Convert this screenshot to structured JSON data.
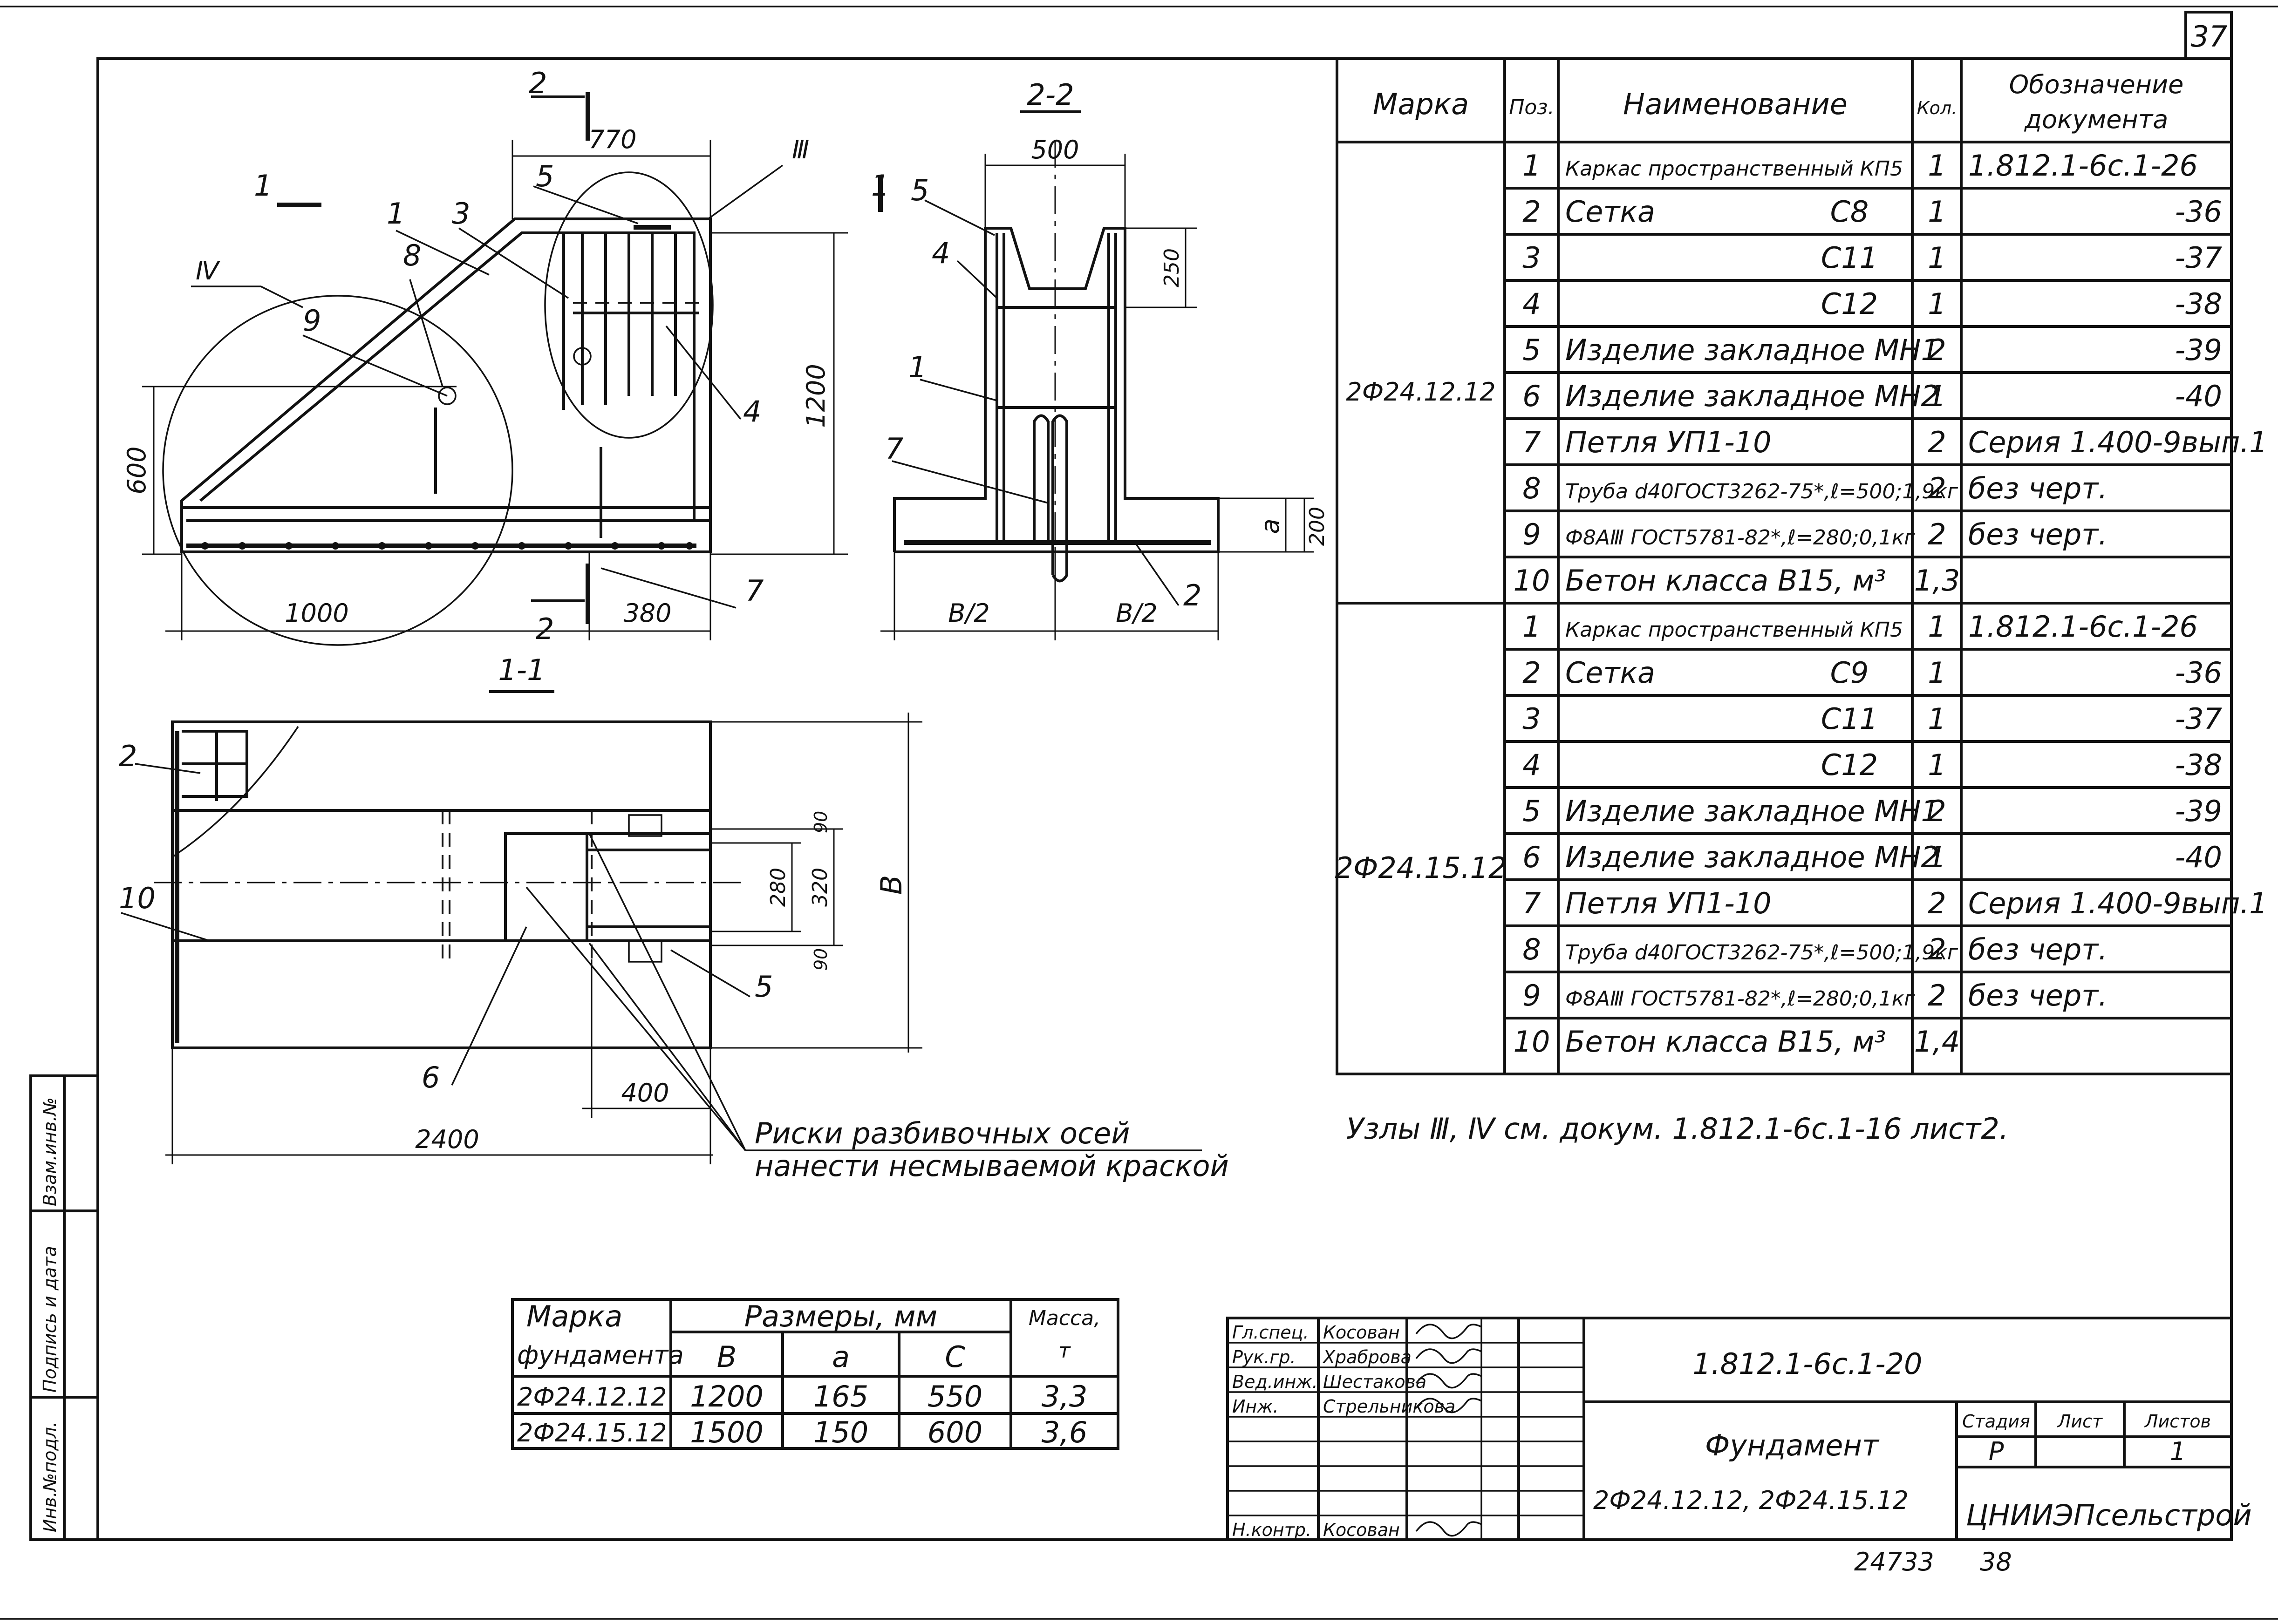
{
  "sheet": {
    "number": "37",
    "doc_code": "1.812.1-6с.1-20",
    "inv_left": "24733",
    "inv_right": "38"
  },
  "side_stamp": {
    "inv": "Инв.№подл.",
    "sign": "Подпись и дата",
    "vzam": "Взам.инв.№"
  },
  "drawing": {
    "plan": {
      "section_mark_top": "2",
      "section_mark_bottom": "2",
      "section_mark_side": "1",
      "dim_770": "770",
      "dim_1000": "1000",
      "dim_380": "380",
      "dim_1200": "1200",
      "dim_600": "600",
      "node_3": "Ⅲ",
      "node_4": "Ⅳ",
      "pos_labels": [
        "1",
        "3",
        "5",
        "8",
        "9",
        "4",
        "7"
      ]
    },
    "section22": {
      "title": "2-2",
      "dim_500": "500",
      "dim_250": "250",
      "dim_200": "200",
      "dim_a": "a",
      "dim_b2_left": "B/2",
      "dim_b2_right": "B/2",
      "pos_labels": [
        "5",
        "4",
        "1",
        "7",
        "2"
      ]
    },
    "section11": {
      "title": "1-1",
      "dim_2400": "2400",
      "dim_400": "400",
      "dim_280": "280",
      "dim_320": "320",
      "dim_90a": "90",
      "dim_90b": "90",
      "dim_B": "B",
      "pos_labels": [
        "2",
        "10",
        "6",
        "5"
      ],
      "note_line1": "Риски разбивочных осей",
      "note_line2": "нанести несмываемой краской"
    }
  },
  "spec": {
    "headers": {
      "mark": "Марка",
      "pos": "Поз.",
      "name": "Наименование",
      "qty": "Кол.",
      "doc1": "Обозначение",
      "doc2": "документа"
    },
    "groups": [
      {
        "mark": "2Ф24.12.12",
        "rows": [
          {
            "pos": "1",
            "name": "Каркас пространственный КП5",
            "extra": "",
            "qty": "1",
            "doc": "1.812.1-6с.1-26"
          },
          {
            "pos": "2",
            "name": "Сетка",
            "extra": "С8",
            "qty": "1",
            "doc": "-36"
          },
          {
            "pos": "3",
            "name": "",
            "extra": "С11",
            "qty": "1",
            "doc": "-37"
          },
          {
            "pos": "4",
            "name": "",
            "extra": "С12",
            "qty": "1",
            "doc": "-38"
          },
          {
            "pos": "5",
            "name": "Изделие закладное МН1",
            "extra": "",
            "qty": "2",
            "doc": "-39"
          },
          {
            "pos": "6",
            "name": "Изделие закладное МН2",
            "extra": "",
            "qty": "1",
            "doc": "-40"
          },
          {
            "pos": "7",
            "name": "Петля УП1-10",
            "extra": "",
            "qty": "2",
            "doc": "Серия 1.400-9вып.1"
          },
          {
            "pos": "8",
            "name": "Труба d40ГОСТ3262-75*,ℓ=500;1,9кг",
            "extra": "",
            "qty": "2",
            "doc": "без черт."
          },
          {
            "pos": "9",
            "name": "Ф8АⅢ ГОСТ5781-82*,ℓ=280;0,1кг",
            "extra": "",
            "qty": "2",
            "doc": "без черт."
          },
          {
            "pos": "10",
            "name": "Бетон класса В15, м³",
            "extra": "",
            "qty": "1,3",
            "doc": ""
          }
        ]
      },
      {
        "mark": "2Ф24.15.12",
        "rows": [
          {
            "pos": "1",
            "name": "Каркас пространственный КП5",
            "extra": "",
            "qty": "1",
            "doc": "1.812.1-6с.1-26"
          },
          {
            "pos": "2",
            "name": "Сетка",
            "extra": "С9",
            "qty": "1",
            "doc": "-36"
          },
          {
            "pos": "3",
            "name": "",
            "extra": "С11",
            "qty": "1",
            "doc": "-37"
          },
          {
            "pos": "4",
            "name": "",
            "extra": "С12",
            "qty": "1",
            "doc": "-38"
          },
          {
            "pos": "5",
            "name": "Изделие закладное МН1",
            "extra": "",
            "qty": "2",
            "doc": "-39"
          },
          {
            "pos": "6",
            "name": "Изделие закладное МН2",
            "extra": "",
            "qty": "1",
            "doc": "-40"
          },
          {
            "pos": "7",
            "name": "Петля УП1-10",
            "extra": "",
            "qty": "2",
            "doc": "Серия 1.400-9вып.1"
          },
          {
            "pos": "8",
            "name": "Труба d40ГОСТ3262-75*,ℓ=500;1,9кг",
            "extra": "",
            "qty": "2",
            "doc": "без черт."
          },
          {
            "pos": "9",
            "name": "Ф8АⅢ ГОСТ5781-82*,ℓ=280;0,1кг",
            "extra": "",
            "qty": "2",
            "doc": "без черт."
          },
          {
            "pos": "10",
            "name": "Бетон класса В15, м³",
            "extra": "",
            "qty": "1,4",
            "doc": ""
          }
        ]
      }
    ],
    "note": "Узлы Ⅲ, Ⅳ см. докум. 1.812.1-6с.1-16 лист2."
  },
  "dims_table": {
    "h_mark1": "Марка",
    "h_mark2": "фундамента",
    "h_sizes": "Размеры, мм",
    "h_mass1": "Масса,",
    "h_mass2": "т",
    "cols": [
      "B",
      "a",
      "C"
    ],
    "rows": [
      {
        "mark": "2Ф24.12.12",
        "B": "1200",
        "a": "165",
        "C": "550",
        "mass": "3,3"
      },
      {
        "mark": "2Ф24.15.12",
        "B": "1500",
        "a": "150",
        "C": "600",
        "mass": "3,6"
      }
    ]
  },
  "title_block": {
    "people": [
      {
        "role": "Гл.спец.",
        "name": "Косован"
      },
      {
        "role": "Рук.гр.",
        "name": "Храброва"
      },
      {
        "role": "Вед.инж.",
        "name": "Шестакова"
      },
      {
        "role": "Инж.",
        "name": "Стрельникова"
      },
      {
        "role": "Н.контр.",
        "name": "Косован"
      }
    ],
    "code": "1.812.1-6с.1-20",
    "title": "Фундамент",
    "subtitle": "2Ф24.12.12, 2Ф24.15.12",
    "h_stage": "Стадия",
    "h_sheet": "Лист",
    "h_sheets": "Листов",
    "stage": "Р",
    "sheet": "",
    "sheets": "1",
    "org": "ЦНИИЭПсельстрой"
  }
}
